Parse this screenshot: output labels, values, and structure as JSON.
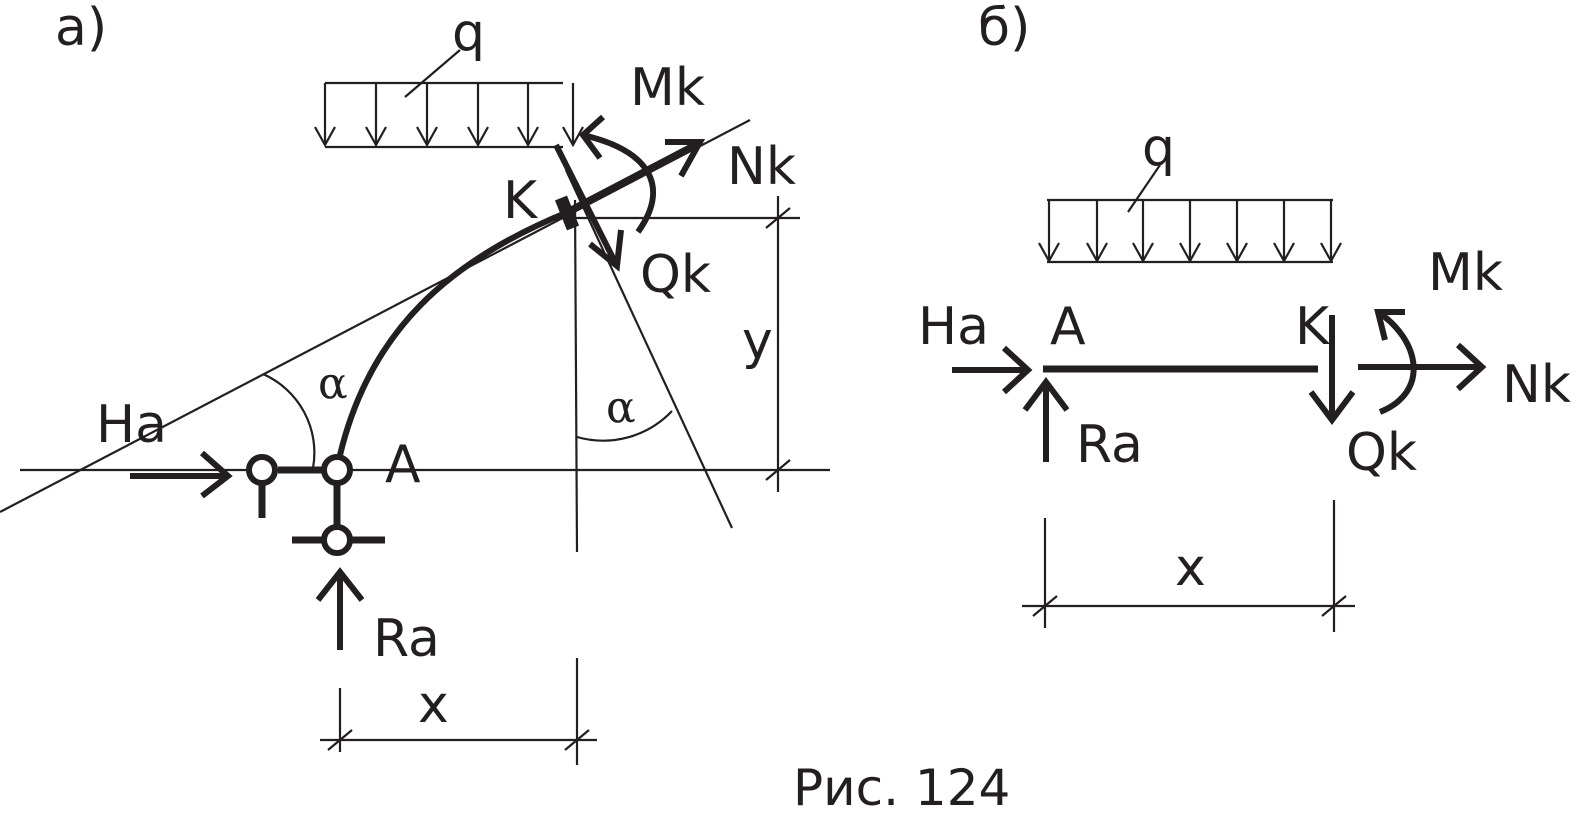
{
  "caption": "Рис. 124",
  "panel_a": {
    "label": "а)",
    "q": "q",
    "Mk": "Mk",
    "Nk": "Nk",
    "K": "K",
    "Qk": "Qk",
    "y": "y",
    "alpha_left": "α",
    "alpha_right": "α",
    "Ha": "Ha",
    "A": "A",
    "Ra": "Ra",
    "x": "x"
  },
  "panel_b": {
    "label": "б)",
    "q": "q",
    "Mk": "Mk",
    "Ha": "Ha",
    "A": "A",
    "K": "K",
    "Nk": "Nk",
    "Ra": "Ra",
    "Qk": "Qk",
    "x": "x"
  }
}
